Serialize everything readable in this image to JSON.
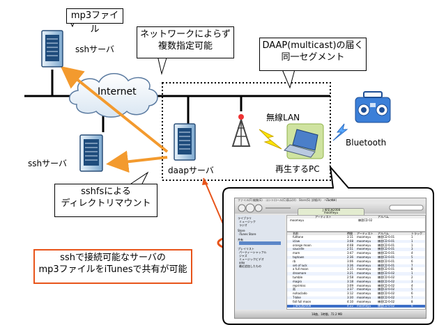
{
  "nodes": {
    "mp3_label": "mp3ファイル",
    "ssh_server_top": "sshサーバ",
    "ssh_server_left": "sshサーバ",
    "internet": "Internet",
    "daap_server": "daapサーバ",
    "wireless_lan": "無線LAN",
    "player_pc": "再生するPC",
    "bluetooth": "Bluetooth"
  },
  "callouts": {
    "network_free": [
      "ネットワークによらず",
      "複数指定可能"
    ],
    "daap_segment": [
      "DAAP(multicast)の届く",
      "同一セグメント"
    ],
    "sshfs": [
      "sshfsによる",
      "ディレクトリマウント"
    ],
    "summary": [
      "sshで接続可能なサーバの",
      "mp3ファイルをiTunesで共有が可能"
    ]
  },
  "itunes": {
    "window_title": "iTunes",
    "menu": [
      "ファイル(F)",
      "編集(E)",
      "コントロール(C)",
      "表示(V)",
      "Store(S)",
      "詳細(A)",
      "ヘルプ(H)"
    ],
    "now_playing": "上昇気流2008",
    "artist": "moomeyu",
    "sidebar": [
      "ライブラリ",
      "ミュージック",
      "ラジオ",
      "Store",
      "iTunes Store",
      "共有",
      "プレイリスト",
      "パーティーシャッフル",
      "ジャズ",
      "ミュージックビデオ",
      "aiko",
      "最近追加したもの"
    ],
    "browser_headers": [
      "アーティスト",
      "アルバム"
    ],
    "browser_rows": [
      "moomeyu",
      "練習CD 02"
    ],
    "columns": [
      "名前",
      "時間",
      "アーティスト",
      "アルバム",
      "トラック"
    ],
    "tracks": [
      [
        "fulltone",
        "3:11",
        "moomeyu",
        "練習CD 6-01",
        "1"
      ],
      [
        "iclaw",
        "3:08",
        "moomeyu",
        "練習CD 6-01",
        "1"
      ],
      [
        "orange moon",
        "4:08",
        "moomeyu",
        "練習CD 6-01",
        "1"
      ],
      [
        "saucelle",
        "2:51",
        "moomeyu",
        "練習CD 6-01",
        "3"
      ],
      [
        "mam",
        "3:47",
        "moomeyu",
        "練習CD 6-01",
        "4"
      ],
      [
        "toptown",
        "2:36",
        "moomeyu",
        "練習CD 6-01",
        "5"
      ],
      [
        "rb",
        "3:06",
        "moomeyu",
        "練習CD 6-01",
        "6"
      ],
      [
        "set of luck",
        "3:36",
        "moomeyu",
        "練習CD 6-01",
        "7"
      ],
      [
        "a full moon",
        "3:15",
        "moomeyu",
        "練習CD 6-01",
        "8"
      ],
      [
        "dreamare",
        "3:21",
        "moomeyu",
        "練習CD 6-02",
        "1"
      ],
      [
        "tumble",
        "2:58",
        "moomeyu",
        "練習CD 6-02",
        "2"
      ],
      [
        "magro",
        "3:18",
        "moomeyu",
        "練習CD 6-02",
        "3"
      ],
      [
        "reprimiss",
        "3:09",
        "moomeyu",
        "練習CD 6-02",
        "4"
      ],
      [
        "雨",
        "3:37",
        "moomeyu",
        "練習CD 6-02",
        "5"
      ],
      [
        "nohaclado",
        "3:12",
        "moomeyu",
        "練習CD 6-02",
        "6"
      ],
      [
        "T-bike",
        "3:30",
        "moomeyu",
        "練習CD 6-02",
        "7"
      ],
      [
        "fall full moon",
        "4:10",
        "moomeyu",
        "練習CD 6-02",
        "8"
      ],
      [
        "上昇気流2008",
        "4:22",
        "moomeyu",
        "練習CD 6-02",
        "9"
      ]
    ],
    "status": "18曲、1時間、72.2 MB"
  }
}
